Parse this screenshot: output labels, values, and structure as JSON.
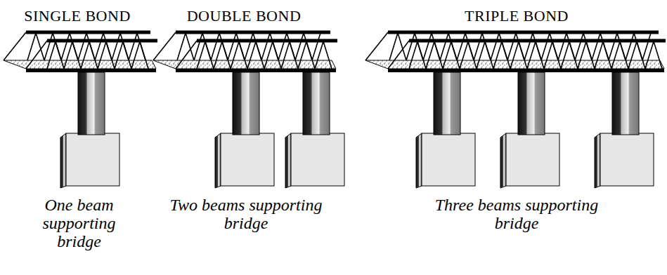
{
  "diagram": {
    "labels": [
      "SINGLE BOND",
      "DOUBLE BOND",
      "TRIPLE BOND",
      "One beam supporting bridge",
      "Two beams supporting bridge",
      "Three beams supporting bridge"
    ]
  }
}
